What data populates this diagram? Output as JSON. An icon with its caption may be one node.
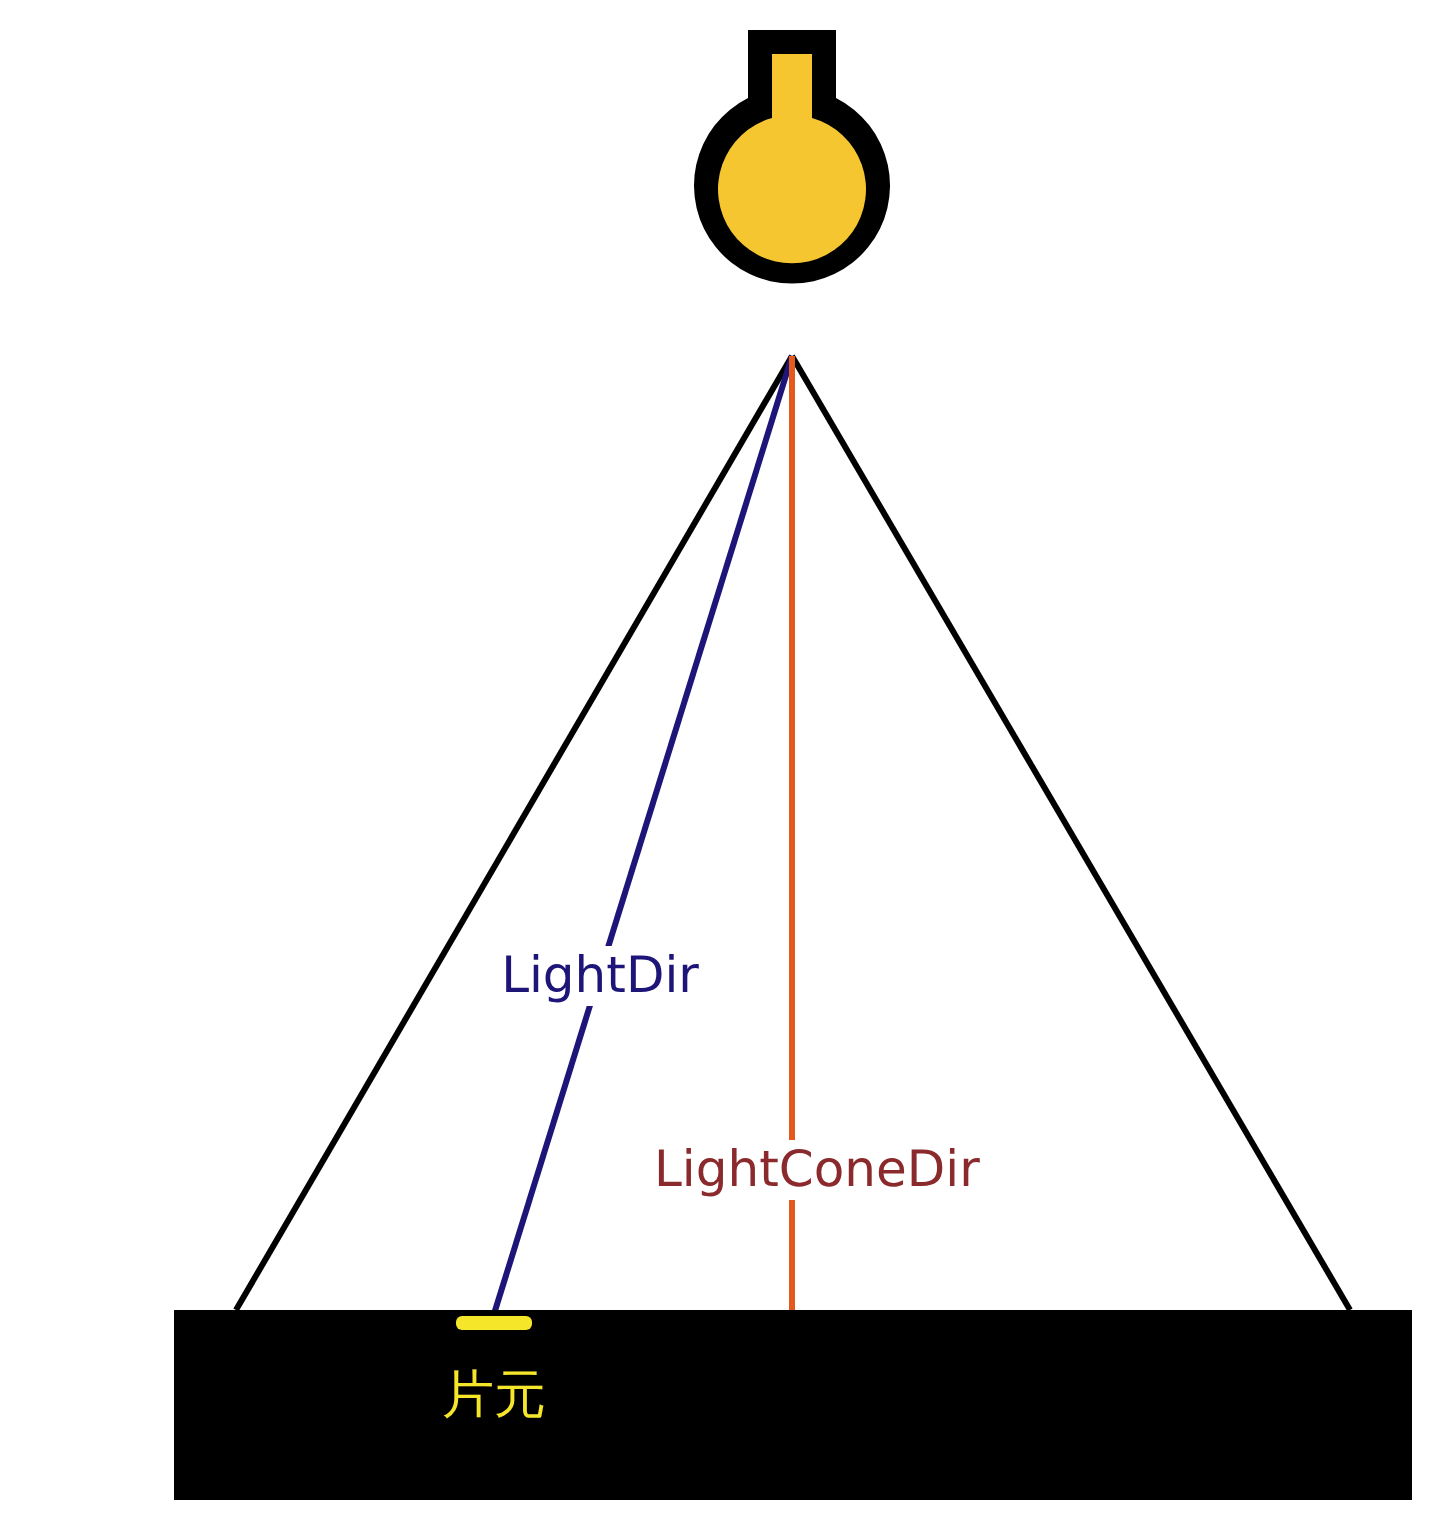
{
  "diagram": {
    "nodes": [
      {
        "text": [],
        "shape": "bulb"
      },
      {
        "text": [],
        "shape": "bar"
      },
      {
        "text": [
          "片元"
        ],
        "in": 1
      }
    ],
    "edges": [
      {
        "from": 0,
        "to": 1,
        "arrow": "none"
      },
      {
        "from": 0,
        "to": 1,
        "arrow": "none"
      },
      {
        "from": 0,
        "to": 2,
        "arrow": "none",
        "label": "LightDir",
        "color": "#1e1578"
      },
      {
        "from": 0,
        "to": 1,
        "arrow": "none",
        "label": "LightConeDir",
        "color": "#e35a1c"
      }
    ]
  }
}
